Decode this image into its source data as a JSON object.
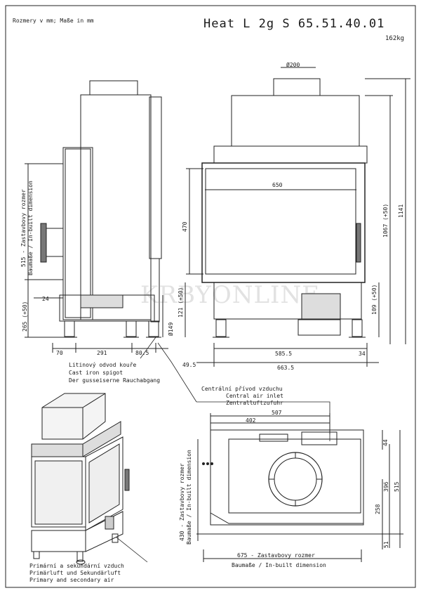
{
  "header": {
    "units_note": "Rozmery v mm; Maße in mm",
    "model": "Heat L 2g S 65.51.40.01",
    "weight": "162kg"
  },
  "dimensions": {
    "flue_diameter": "Ø200",
    "glass_width": "650",
    "door_height": "470",
    "height_1067": "1067 (+50)",
    "height_1141": "1141",
    "side_builtin": "515 - Zastavbovy rozmer",
    "side_builtin_de": "Baumaße / In-built dimension",
    "leg_265": "265 (+50)",
    "d24": "24",
    "d121": "121 (+50)",
    "d149": "Ø149",
    "d109": "109 (+50)",
    "bottom_70": "70",
    "bottom_291": "291",
    "bottom_80_5": "80.5",
    "bottom_585_5": "585.5",
    "bottom_34": "34",
    "bottom_49_5": "49.5",
    "bottom_663_5": "663.5",
    "plan_507": "507",
    "plan_402": "402",
    "plan_44": "44",
    "plan_396": "396",
    "plan_515": "515",
    "plan_258": "258",
    "plan_51": "51",
    "plan_430": "430 - Zastavbovy rozmer",
    "plan_430_de": "Baumaße / In-built dimension",
    "plan_675": "675 - Zastavbovy rozmer",
    "plan_675_de": "Baumaße / In-built dimension"
  },
  "callouts": {
    "spigot": [
      "Litinový odvod kouře",
      "Cast iron spigot",
      "Der gusseiserne Rauchabgang"
    ],
    "central_air": [
      "Centrální přívod vzduchu",
      "Central air inlet",
      "Zentralluftzufuhr"
    ],
    "primary_air": [
      "Primární a sekundární vzduch",
      "Primärluft und Sekundärluft",
      "Primary and secondary air"
    ]
  },
  "watermark": "KRBYONLINE"
}
